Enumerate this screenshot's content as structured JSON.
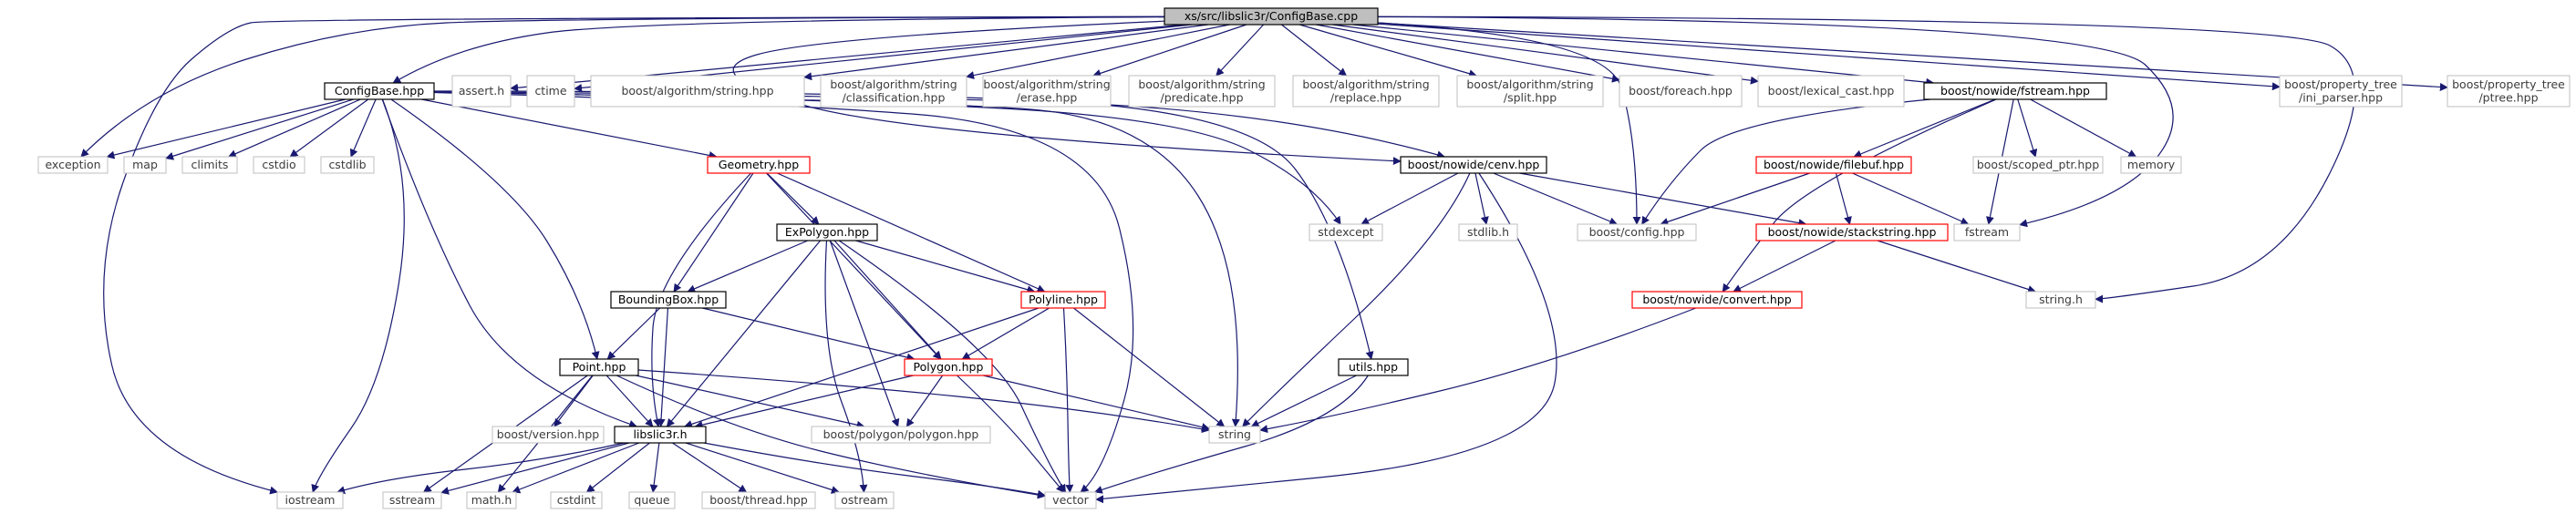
{
  "colors": {
    "edge": "#191970",
    "box_default": "#bfbfbf",
    "box_documented": "#000000",
    "box_truncated": "#ff0000",
    "root_fill": "#bfbfbf",
    "background": "#ffffff"
  },
  "nodes": [
    {
      "id": "root",
      "kind": "root",
      "lines": [
        "xs/src/libslic3r/ConfigBase.cpp"
      ]
    },
    {
      "id": "configbase_hpp",
      "kind": "documented",
      "lines": [
        "ConfigBase.hpp"
      ]
    },
    {
      "id": "assert_h",
      "kind": "default",
      "lines": [
        "assert.h"
      ]
    },
    {
      "id": "ctime",
      "kind": "default",
      "lines": [
        "ctime"
      ]
    },
    {
      "id": "boost_algorithm_string",
      "kind": "default",
      "lines": [
        "boost/algorithm/string.hpp"
      ]
    },
    {
      "id": "boost_algorithm_classification",
      "kind": "default",
      "lines": [
        "boost/algorithm/string",
        "/classification.hpp"
      ]
    },
    {
      "id": "boost_algorithm_erase",
      "kind": "default",
      "lines": [
        "boost/algorithm/string",
        "/erase.hpp"
      ]
    },
    {
      "id": "boost_algorithm_predicate",
      "kind": "default",
      "lines": [
        "boost/algorithm/string",
        "/predicate.hpp"
      ]
    },
    {
      "id": "boost_algorithm_replace",
      "kind": "default",
      "lines": [
        "boost/algorithm/string",
        "/replace.hpp"
      ]
    },
    {
      "id": "boost_algorithm_split",
      "kind": "default",
      "lines": [
        "boost/algorithm/string",
        "/split.hpp"
      ]
    },
    {
      "id": "boost_foreach",
      "kind": "default",
      "lines": [
        "boost/foreach.hpp"
      ]
    },
    {
      "id": "boost_lexical_cast",
      "kind": "default",
      "lines": [
        "boost/lexical_cast.hpp"
      ]
    },
    {
      "id": "boost_nowide_fstream",
      "kind": "documented",
      "lines": [
        "boost/nowide/fstream.hpp"
      ]
    },
    {
      "id": "boost_ptree_ini",
      "kind": "default",
      "lines": [
        "boost/property_tree",
        "/ini_parser.hpp"
      ]
    },
    {
      "id": "boost_ptree",
      "kind": "default",
      "lines": [
        "boost/property_tree",
        "/ptree.hpp"
      ]
    },
    {
      "id": "exception",
      "kind": "default",
      "lines": [
        "exception"
      ]
    },
    {
      "id": "map",
      "kind": "default",
      "lines": [
        "map"
      ]
    },
    {
      "id": "climits",
      "kind": "default",
      "lines": [
        "climits"
      ]
    },
    {
      "id": "cstdio",
      "kind": "default",
      "lines": [
        "cstdio"
      ]
    },
    {
      "id": "cstdlib",
      "kind": "default",
      "lines": [
        "cstdlib"
      ]
    },
    {
      "id": "geometry_hpp",
      "kind": "truncated",
      "lines": [
        "Geometry.hpp"
      ]
    },
    {
      "id": "boost_nowide_cenv",
      "kind": "documented",
      "lines": [
        "boost/nowide/cenv.hpp"
      ]
    },
    {
      "id": "stdexcept",
      "kind": "default",
      "lines": [
        "stdexcept"
      ]
    },
    {
      "id": "stdlib_h",
      "kind": "default",
      "lines": [
        "stdlib.h"
      ]
    },
    {
      "id": "boost_config",
      "kind": "default",
      "lines": [
        "boost/config.hpp"
      ]
    },
    {
      "id": "boost_nowide_filebuf",
      "kind": "truncated",
      "lines": [
        "boost/nowide/filebuf.hpp"
      ]
    },
    {
      "id": "boost_scoped_ptr",
      "kind": "default",
      "lines": [
        "boost/scoped_ptr.hpp"
      ]
    },
    {
      "id": "memory",
      "kind": "default",
      "lines": [
        "memory"
      ]
    },
    {
      "id": "fstream",
      "kind": "default",
      "lines": [
        "fstream"
      ]
    },
    {
      "id": "boost_nowide_stackstring",
      "kind": "truncated",
      "lines": [
        "boost/nowide/stackstring.hpp"
      ]
    },
    {
      "id": "expolygon_hpp",
      "kind": "documented",
      "lines": [
        "ExPolygon.hpp"
      ]
    },
    {
      "id": "boundingbox_hpp",
      "kind": "documented",
      "lines": [
        "BoundingBox.hpp"
      ]
    },
    {
      "id": "polyline_hpp",
      "kind": "truncated",
      "lines": [
        "Polyline.hpp"
      ]
    },
    {
      "id": "boost_nowide_convert",
      "kind": "truncated",
      "lines": [
        "boost/nowide/convert.hpp"
      ]
    },
    {
      "id": "string_h",
      "kind": "default",
      "lines": [
        "string.h"
      ]
    },
    {
      "id": "utils_hpp",
      "kind": "documented",
      "lines": [
        "utils.hpp"
      ]
    },
    {
      "id": "point_hpp",
      "kind": "documented",
      "lines": [
        "Point.hpp"
      ]
    },
    {
      "id": "polygon_hpp",
      "kind": "truncated",
      "lines": [
        "Polygon.hpp"
      ]
    },
    {
      "id": "string",
      "kind": "default",
      "lines": [
        "string"
      ]
    },
    {
      "id": "boost_version",
      "kind": "default",
      "lines": [
        "boost/version.hpp"
      ]
    },
    {
      "id": "libslic3r_h",
      "kind": "documented",
      "lines": [
        "libslic3r.h"
      ]
    },
    {
      "id": "boost_polygon",
      "kind": "default",
      "lines": [
        "boost/polygon/polygon.hpp"
      ]
    },
    {
      "id": "iostream",
      "kind": "default",
      "lines": [
        "iostream"
      ]
    },
    {
      "id": "sstream",
      "kind": "default",
      "lines": [
        "sstream"
      ]
    },
    {
      "id": "math_h",
      "kind": "default",
      "lines": [
        "math.h"
      ]
    },
    {
      "id": "cstdint",
      "kind": "default",
      "lines": [
        "cstdint"
      ]
    },
    {
      "id": "queue",
      "kind": "default",
      "lines": [
        "queue"
      ]
    },
    {
      "id": "boost_thread",
      "kind": "default",
      "lines": [
        "boost/thread.hpp"
      ]
    },
    {
      "id": "ostream",
      "kind": "default",
      "lines": [
        "ostream"
      ]
    },
    {
      "id": "vector",
      "kind": "default",
      "lines": [
        "vector"
      ]
    }
  ],
  "edges": [
    [
      "root",
      "configbase_hpp"
    ],
    [
      "root",
      "assert_h"
    ],
    [
      "root",
      "ctime"
    ],
    [
      "root",
      "boost_algorithm_string"
    ],
    [
      "root",
      "boost_algorithm_classification"
    ],
    [
      "root",
      "boost_algorithm_erase"
    ],
    [
      "root",
      "boost_algorithm_predicate"
    ],
    [
      "root",
      "boost_algorithm_replace"
    ],
    [
      "root",
      "boost_algorithm_split"
    ],
    [
      "root",
      "boost_foreach"
    ],
    [
      "root",
      "boost_lexical_cast"
    ],
    [
      "root",
      "boost_nowide_fstream"
    ],
    [
      "root",
      "boost_ptree_ini"
    ],
    [
      "root",
      "boost_ptree"
    ],
    [
      "root",
      "exception"
    ],
    [
      "root",
      "iostream"
    ],
    [
      "root",
      "boost_nowide_cenv"
    ],
    [
      "root",
      "boost_config"
    ],
    [
      "root",
      "fstream"
    ],
    [
      "root",
      "string_h"
    ],
    [
      "configbase_hpp",
      "exception"
    ],
    [
      "configbase_hpp",
      "map"
    ],
    [
      "configbase_hpp",
      "climits"
    ],
    [
      "configbase_hpp",
      "cstdio"
    ],
    [
      "configbase_hpp",
      "cstdlib"
    ],
    [
      "configbase_hpp",
      "geometry_hpp"
    ],
    [
      "configbase_hpp",
      "boost_nowide_cenv"
    ],
    [
      "configbase_hpp",
      "stdexcept"
    ],
    [
      "configbase_hpp",
      "utils_hpp"
    ],
    [
      "configbase_hpp",
      "string"
    ],
    [
      "configbase_hpp",
      "vector"
    ],
    [
      "configbase_hpp",
      "point_hpp"
    ],
    [
      "configbase_hpp",
      "libslic3r_h"
    ],
    [
      "configbase_hpp",
      "iostream"
    ],
    [
      "geometry_hpp",
      "expolygon_hpp"
    ],
    [
      "geometry_hpp",
      "boundingbox_hpp"
    ],
    [
      "geometry_hpp",
      "polyline_hpp"
    ],
    [
      "geometry_hpp",
      "polygon_hpp"
    ],
    [
      "geometry_hpp",
      "libslic3r_h"
    ],
    [
      "expolygon_hpp",
      "boundingbox_hpp"
    ],
    [
      "expolygon_hpp",
      "polyline_hpp"
    ],
    [
      "expolygon_hpp",
      "polygon_hpp"
    ],
    [
      "expolygon_hpp",
      "libslic3r_h"
    ],
    [
      "expolygon_hpp",
      "boost_polygon"
    ],
    [
      "expolygon_hpp",
      "ostream"
    ],
    [
      "expolygon_hpp",
      "vector"
    ],
    [
      "boundingbox_hpp",
      "point_hpp"
    ],
    [
      "boundingbox_hpp",
      "polygon_hpp"
    ],
    [
      "boundingbox_hpp",
      "libslic3r_h"
    ],
    [
      "polyline_hpp",
      "polygon_hpp"
    ],
    [
      "polyline_hpp",
      "libslic3r_h"
    ],
    [
      "polyline_hpp",
      "string"
    ],
    [
      "polyline_hpp",
      "vector"
    ],
    [
      "polygon_hpp",
      "libslic3r_h"
    ],
    [
      "polygon_hpp",
      "boost_polygon"
    ],
    [
      "polygon_hpp",
      "string"
    ],
    [
      "polygon_hpp",
      "vector"
    ],
    [
      "point_hpp",
      "libslic3r_h"
    ],
    [
      "point_hpp",
      "boost_version"
    ],
    [
      "point_hpp",
      "boost_polygon"
    ],
    [
      "point_hpp",
      "string"
    ],
    [
      "point_hpp",
      "sstream"
    ],
    [
      "point_hpp",
      "math_h"
    ],
    [
      "point_hpp",
      "vector"
    ],
    [
      "libslic3r_h",
      "iostream"
    ],
    [
      "libslic3r_h",
      "sstream"
    ],
    [
      "libslic3r_h",
      "math_h"
    ],
    [
      "libslic3r_h",
      "cstdint"
    ],
    [
      "libslic3r_h",
      "queue"
    ],
    [
      "libslic3r_h",
      "boost_thread"
    ],
    [
      "libslic3r_h",
      "ostream"
    ],
    [
      "libslic3r_h",
      "vector"
    ],
    [
      "utils_hpp",
      "string"
    ],
    [
      "utils_hpp",
      "vector"
    ],
    [
      "boost_nowide_cenv",
      "stdexcept"
    ],
    [
      "boost_nowide_cenv",
      "stdlib_h"
    ],
    [
      "boost_nowide_cenv",
      "boost_config"
    ],
    [
      "boost_nowide_cenv",
      "boost_nowide_stackstring"
    ],
    [
      "boost_nowide_cenv",
      "string"
    ],
    [
      "boost_nowide_cenv",
      "vector"
    ],
    [
      "boost_nowide_fstream",
      "boost_config"
    ],
    [
      "boost_nowide_fstream",
      "boost_nowide_filebuf"
    ],
    [
      "boost_nowide_fstream",
      "boost_scoped_ptr"
    ],
    [
      "boost_nowide_fstream",
      "memory"
    ],
    [
      "boost_nowide_fstream",
      "fstream"
    ],
    [
      "boost_nowide_fstream",
      "boost_nowide_convert"
    ],
    [
      "boost_nowide_filebuf",
      "boost_config"
    ],
    [
      "boost_nowide_filebuf",
      "boost_nowide_stackstring"
    ],
    [
      "boost_nowide_filebuf",
      "fstream"
    ],
    [
      "boost_nowide_stackstring",
      "boost_nowide_convert"
    ],
    [
      "boost_nowide_stackstring",
      "string_h"
    ],
    [
      "boost_nowide_convert",
      "string"
    ]
  ]
}
